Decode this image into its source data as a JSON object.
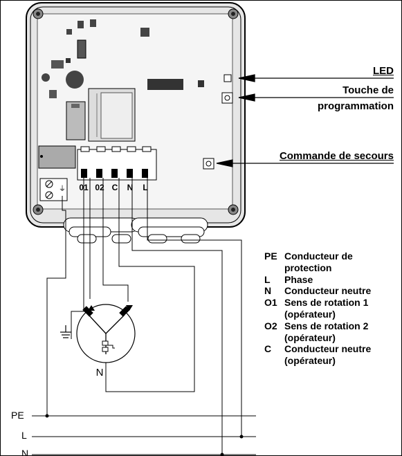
{
  "callouts": {
    "led": "LED",
    "programming_button_line1": "Touche de",
    "programming_button_line2": "programmation",
    "emergency_command": "Commande de secours"
  },
  "terminals": [
    "01",
    "02",
    "C",
    "N",
    "L"
  ],
  "motor_label": "N",
  "supply_lines": [
    "PE",
    "L",
    "N"
  ],
  "legend": [
    {
      "code": "PE",
      "desc_lines": [
        "Conducteur de",
        "protection"
      ]
    },
    {
      "code": "L",
      "desc_lines": [
        "Phase"
      ]
    },
    {
      "code": "N",
      "desc_lines": [
        "Conducteur neutre"
      ]
    },
    {
      "code": "O1",
      "desc_lines": [
        "Sens de rotation 1",
        "(opérateur)"
      ]
    },
    {
      "code": "O2",
      "desc_lines": [
        "Sens de rotation 2",
        "(opérateur)"
      ]
    },
    {
      "code": "C",
      "desc_lines": [
        "Conducteur neutre",
        "(opérateur)"
      ]
    }
  ]
}
